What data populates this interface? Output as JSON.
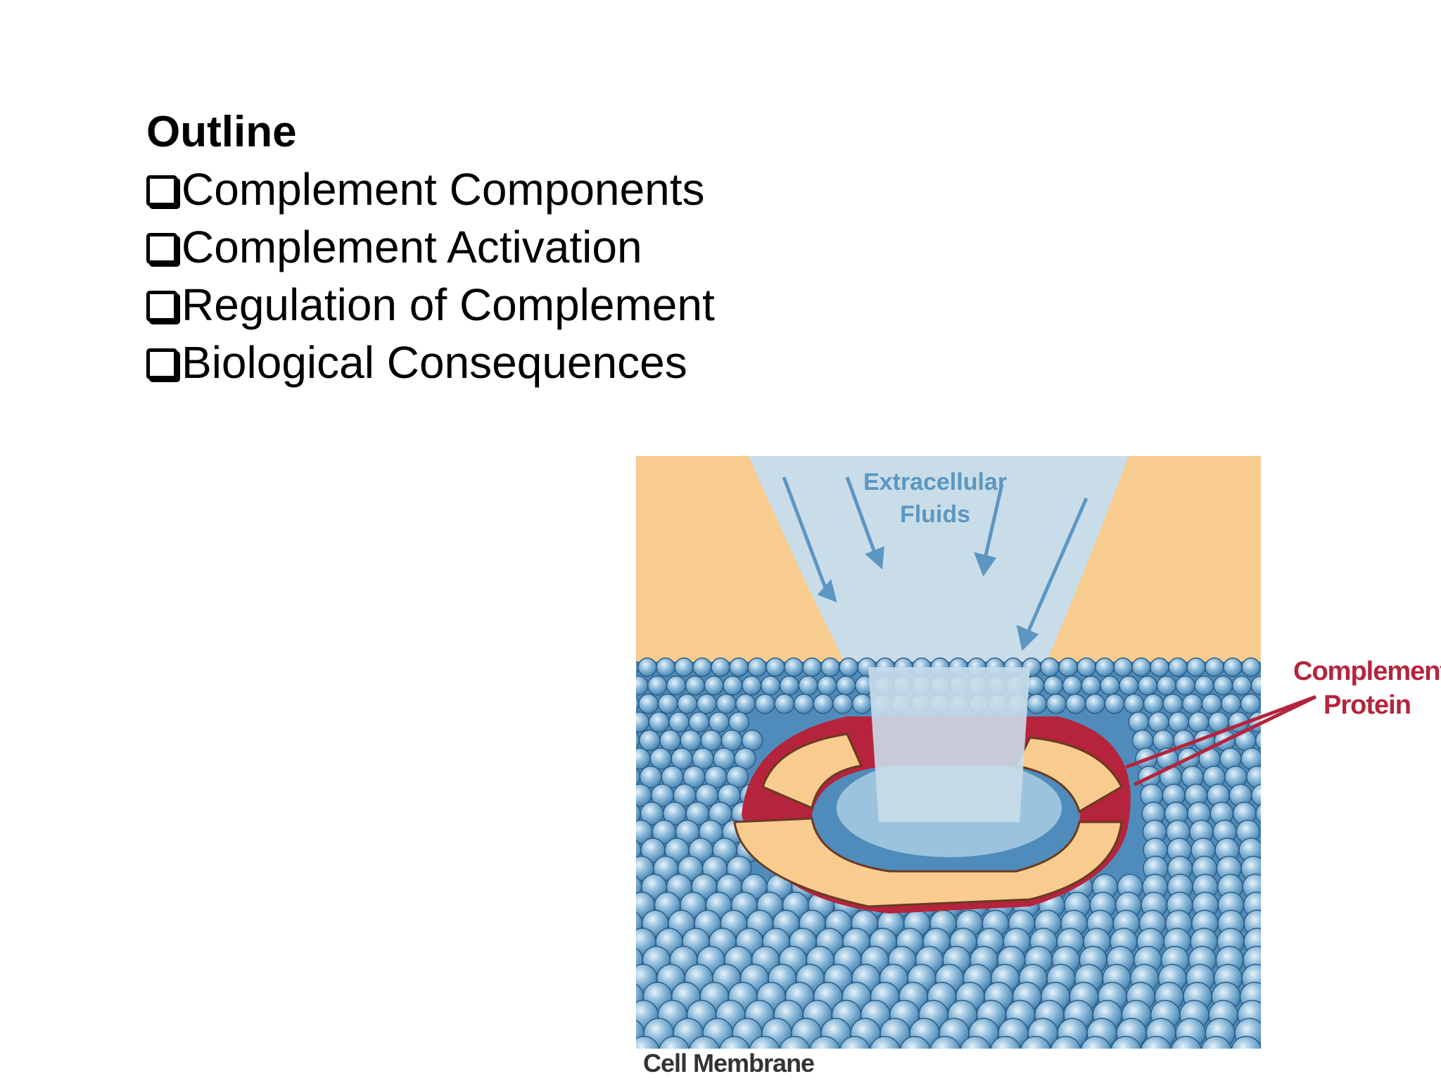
{
  "outline": {
    "title": "Outline",
    "items": [
      {
        "label": "Complement Components"
      },
      {
        "label": "Complement Activation"
      },
      {
        "label": "Regulation of Complement"
      },
      {
        "label": "Biological Consequences"
      }
    ]
  },
  "figure": {
    "fluid_label_line1": "Extracellular",
    "fluid_label_line2": "Fluids",
    "protein_label_line1": "Complement",
    "protein_label_line2": "Protein",
    "membrane_label": "Cell Membrane"
  },
  "colors": {
    "background": "#f7cc8e",
    "fluid": "#c9dde9",
    "membrane": "#5c97c2",
    "protein": "#b5243c"
  }
}
